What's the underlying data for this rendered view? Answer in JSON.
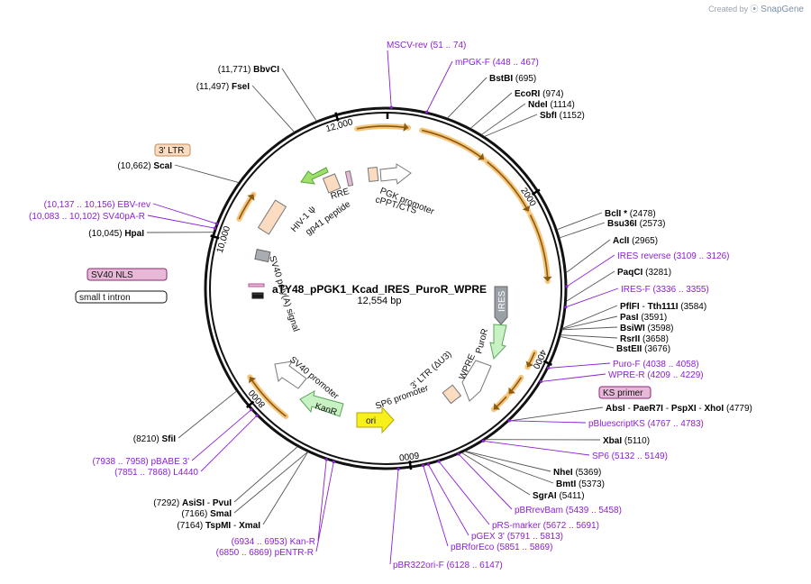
{
  "branding": {
    "created_by": "Created by",
    "app": "SnapGene"
  },
  "plasmid": {
    "name": "aTY48_pPGK1_Kcad_IRES_PuroR_WPRE",
    "size": "12,554 bp",
    "length": 12554
  },
  "colors": {
    "enzyme": "#000000",
    "primer": "#8b1fd6",
    "feature_orange": "#f5a623",
    "line": "#555555"
  },
  "ticks": [
    {
      "label": "2000",
      "bp": 2000
    },
    {
      "label": "4000",
      "bp": 4000
    },
    {
      "label": "6000",
      "bp": 6000
    },
    {
      "label": "8000",
      "bp": 8000
    },
    {
      "label": "10,000",
      "bp": 10000
    },
    {
      "label": "12,000",
      "bp": 12000
    }
  ],
  "enzymes_right": [
    {
      "name": "BstBI",
      "pos": "(695)",
      "bp": 695
    },
    {
      "name": "EcoRI",
      "pos": "(974)",
      "bp": 974
    },
    {
      "name": "NdeI",
      "pos": "(1114)",
      "bp": 1114
    },
    {
      "name": "SbfI",
      "pos": "(1152)",
      "bp": 1152
    },
    {
      "name": "BclI *",
      "pos": "(2478)",
      "bp": 2478
    },
    {
      "name": "Bsu36I",
      "pos": "(2573)",
      "bp": 2573
    },
    {
      "name": "AclI",
      "pos": "(2965)",
      "bp": 2965
    },
    {
      "name": "PaqCI",
      "pos": "(3281)",
      "bp": 3281
    },
    {
      "name": "PflFI",
      "name2": "Tth111I",
      "pos": "(3584)",
      "bp": 3584
    },
    {
      "name": "PasI",
      "pos": "(3591)",
      "bp": 3591
    },
    {
      "name": "BsiWI",
      "pos": "(3598)",
      "bp": 3598
    },
    {
      "name": "RsrII",
      "pos": "(3658)",
      "bp": 3658
    },
    {
      "name": "BstEII",
      "pos": "(3676)",
      "bp": 3676
    },
    {
      "name": "AbsI",
      "name2": "PaeR7I",
      "name3": "PspXI",
      "name4": "XhoI",
      "pos": "(4779)",
      "bp": 4779
    },
    {
      "name": "XbaI",
      "pos": "(5110)",
      "bp": 5110
    },
    {
      "name": "NheI",
      "pos": "(5369)",
      "bp": 5369
    },
    {
      "name": "BmtI",
      "pos": "(5373)",
      "bp": 5373
    },
    {
      "name": "SgrAI",
      "pos": "(5411)",
      "bp": 5411
    }
  ],
  "enzymes_left": [
    {
      "name": "BbvCI",
      "pos": "(11,771)",
      "bp": 11771
    },
    {
      "name": "FseI",
      "pos": "(11,497)",
      "bp": 11497
    },
    {
      "name": "ScaI",
      "pos": "(10,662)",
      "bp": 10662
    },
    {
      "name": "HpaI",
      "pos": "(10,045)",
      "bp": 10045
    },
    {
      "name": "SfiI",
      "pos": "(8210)",
      "bp": 8210
    },
    {
      "name": "AsiSI",
      "name2": "PvuI",
      "pos": "(7292)",
      "bp": 7292
    },
    {
      "name": "SmaI",
      "pos": "(7166)",
      "bp": 7166
    },
    {
      "name": "TspMI",
      "name2": "XmaI",
      "pos": "(7164)",
      "bp": 7164
    }
  ],
  "primers_right": [
    {
      "name": "mPGK-F",
      "pos": "(448 .. 467)",
      "bp": 457
    },
    {
      "name": "IRES reverse",
      "pos": "(3109 .. 3126)",
      "bp": 3117
    },
    {
      "name": "IRES-F",
      "pos": "(3336 .. 3355)",
      "bp": 3345
    },
    {
      "name": "Puro-F",
      "pos": "(4038 .. 4058)",
      "bp": 4048
    },
    {
      "name": "WPRE-R",
      "pos": "(4209 .. 4229)",
      "bp": 4219
    },
    {
      "name": "pBluescriptKS",
      "pos": "(4767 .. 4783)",
      "bp": 4775
    },
    {
      "name": "SP6",
      "pos": "(5132 .. 5149)",
      "bp": 5140
    },
    {
      "name": "pBRrevBam",
      "pos": "(5439 .. 5458)",
      "bp": 5448
    },
    {
      "name": "pRS-marker",
      "pos": "(5672 .. 5691)",
      "bp": 5681
    },
    {
      "name": "pGEX 3'",
      "pos": "(5791 .. 5813)",
      "bp": 5802
    },
    {
      "name": "pBRforEco",
      "pos": "(5851 .. 5869)",
      "bp": 5860
    },
    {
      "name": "pBR322ori-F",
      "pos": "(6128 .. 6147)",
      "bp": 6137
    }
  ],
  "primers_left": [
    {
      "name": "MSCV-rev",
      "pos": "(51 .. 74)",
      "bp": 62
    },
    {
      "name": "EBV-rev",
      "pos": "(10,137 .. 10,156)",
      "bp": 10146
    },
    {
      "name": "SV40pA-R",
      "pos": "(10,083 .. 10,102)",
      "bp": 10092
    },
    {
      "name": "pBABE 3'",
      "pos": "(7938 .. 7958)",
      "bp": 7948
    },
    {
      "name": "L4440",
      "pos": "(7851 .. 7868)",
      "bp": 7859
    },
    {
      "name": "Kan-R",
      "pos": "(6934 .. 6953)",
      "bp": 6943
    },
    {
      "name": "pENTR-R",
      "pos": "(6850 .. 6869)",
      "bp": 6859
    }
  ],
  "boxed_features": [
    {
      "id": "ks-primer",
      "label": "KS primer",
      "fill": "#e7b8d8"
    },
    {
      "id": "sv40-nls",
      "label": "SV40 NLS",
      "fill": "#e7b8d8"
    },
    {
      "id": "small-t-intron",
      "label": "small t intron",
      "fill": "#ffffff"
    },
    {
      "id": "three-ltr-top",
      "label": "3' LTR",
      "fill": "#fbdcc0"
    }
  ],
  "inner_features": [
    {
      "id": "pgk-promoter",
      "label": "PGK promoter"
    },
    {
      "id": "cppt-cts",
      "label": "cPPT/CTS"
    },
    {
      "id": "rre",
      "label": "RRE"
    },
    {
      "id": "hiv-psi",
      "label": "HIV-1 ψ"
    },
    {
      "id": "gp41",
      "label": "gp41 peptide"
    },
    {
      "id": "ires",
      "label": "IRES"
    },
    {
      "id": "puror",
      "label": "PuroR"
    },
    {
      "id": "wpre",
      "label": "WPRE"
    },
    {
      "id": "three-ltr-inner",
      "label": "3' LTR (ΔU3)"
    },
    {
      "id": "sp6-promoter",
      "label": "SP6 promoter"
    },
    {
      "id": "ori",
      "label": "ori"
    },
    {
      "id": "kanr",
      "label": "KanR"
    },
    {
      "id": "sv40-promoter",
      "label": "SV40 promoter"
    },
    {
      "id": "sv40-polya",
      "label": "SV40 poly(A) signal"
    }
  ]
}
